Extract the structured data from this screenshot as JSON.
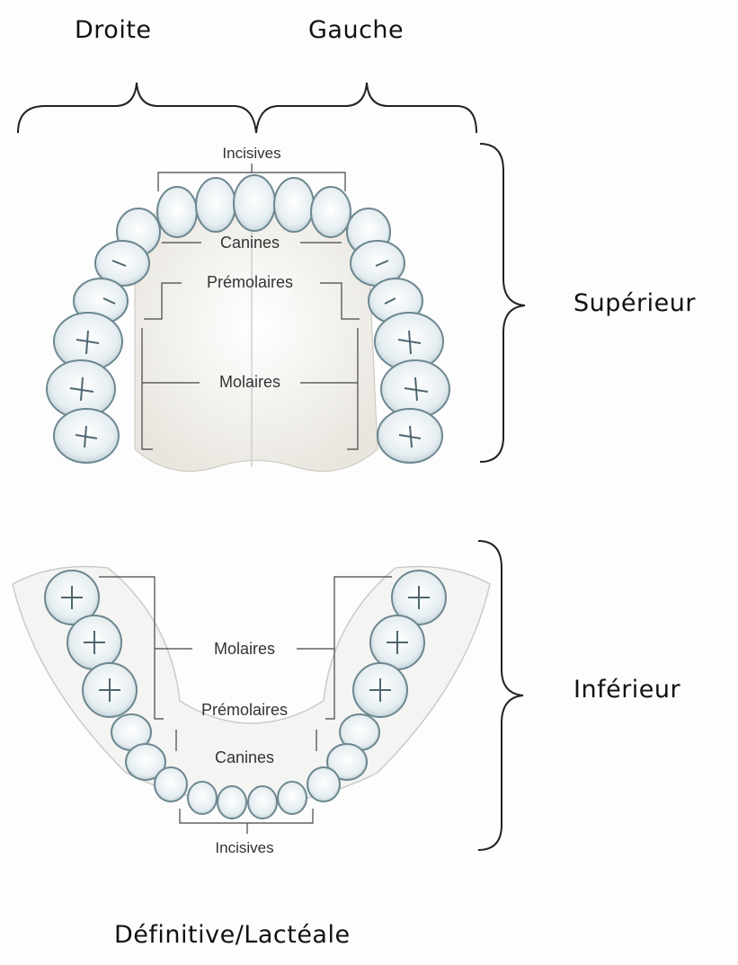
{
  "labels": {
    "droite": "Droite",
    "gauche": "Gauche",
    "superieur": "Supérieur",
    "inferieur": "Inférieur",
    "footer": "Définitive/Lactéale"
  },
  "upper_jaw": {
    "incisives": "Incisives",
    "canines": "Canines",
    "premolaires": "Prémolaires",
    "molaires": "Molaires"
  },
  "lower_jaw": {
    "molaires": "Molaires",
    "premolaires": "Prémolaires",
    "canines": "Canines",
    "incisives": "Incisives"
  }
}
